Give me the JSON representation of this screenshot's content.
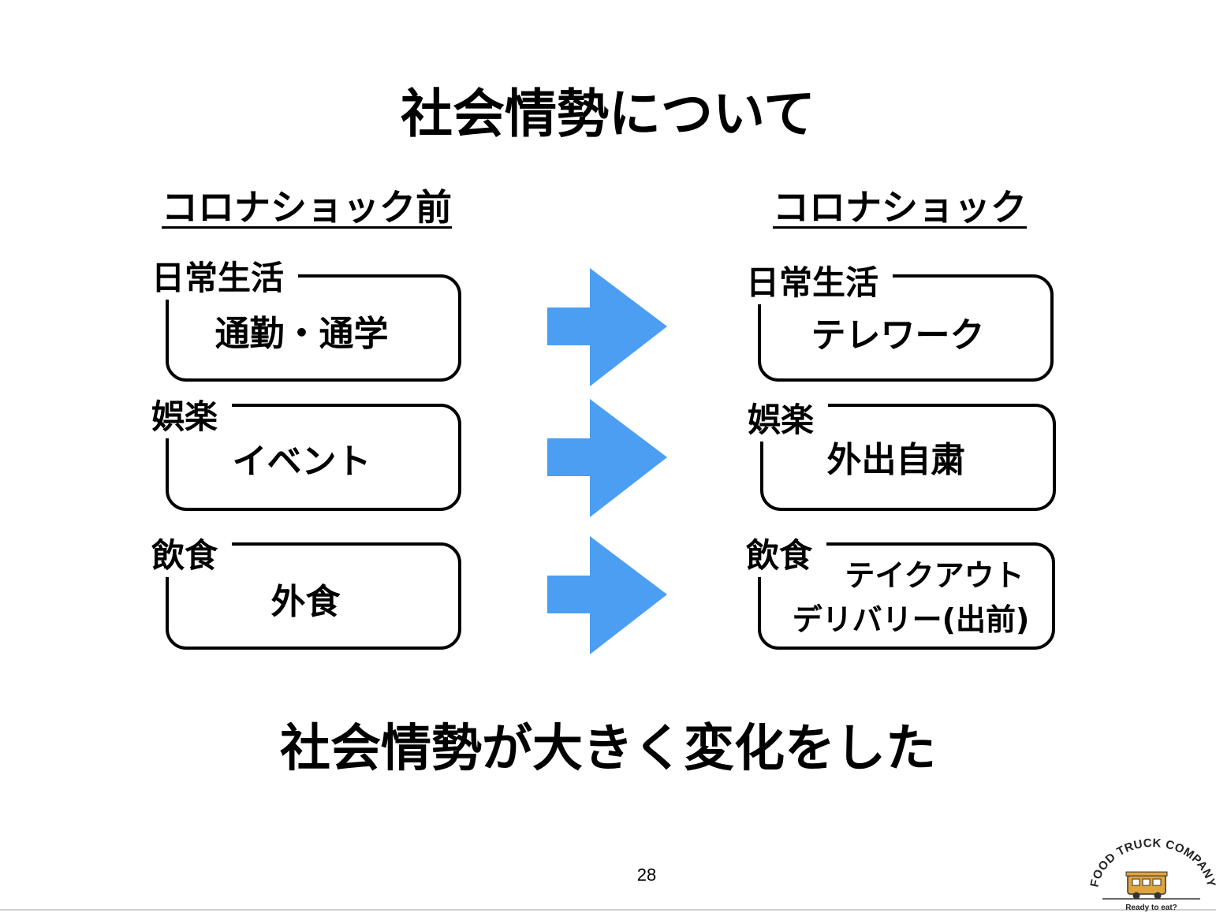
{
  "title": "社会情勢について",
  "columns": {
    "before_heading": "コロナショック前",
    "after_heading": "コロナショック"
  },
  "rows": [
    {
      "category": "日常生活",
      "before": "通勤・通学",
      "after_category": "日常生活",
      "after": "テレワーク"
    },
    {
      "category": "娯楽",
      "before": "イベント",
      "after_category": "娯楽",
      "after": "外出自粛"
    },
    {
      "category": "飲食",
      "before": "外食",
      "after_category": "飲食",
      "after_line1": "テイクアウト",
      "after_line2": "デリバリー(出前)"
    }
  ],
  "conclusion": "社会情勢が大きく変化をした",
  "page_number": "28",
  "logo": {
    "name": "FOOD TRUCK COMPANY",
    "tagline": "Ready to eat?"
  },
  "colors": {
    "arrow": "#4b9ef2",
    "text": "#000000"
  },
  "icons": {
    "arrow": "right-arrow-icon",
    "logo": "food-truck-icon"
  }
}
